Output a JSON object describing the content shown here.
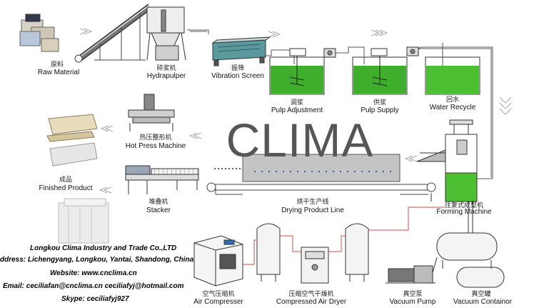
{
  "watermark": "CLIMA",
  "stations": {
    "raw_material": {
      "zh": "原料",
      "en": "Raw Material"
    },
    "hydrapulper": {
      "zh": "碎浆机",
      "en": "Hydrapulper"
    },
    "vibration_screen": {
      "zh": "振筛",
      "en": "Vibration Screen"
    },
    "pulp_adjustment": {
      "zh": "调浆",
      "en": "Pulp Adjustment"
    },
    "pulp_supply": {
      "zh": "供浆",
      "en": "Pulp Supply"
    },
    "water_recycle": {
      "zh": "回水",
      "en": "Water Recycle"
    },
    "hot_press": {
      "zh": "热压整形机",
      "en": "Hot Press Machine"
    },
    "finished_product": {
      "zh": "成品",
      "en": "Finished Product"
    },
    "stacker": {
      "zh": "堆叠机",
      "en": "Stacker"
    },
    "drying_line": {
      "zh": "烘干生产线",
      "en": "Drying Product Line"
    },
    "forming_machine": {
      "zh": "往复式成型机",
      "en": "Forming Machine"
    },
    "air_compressor": {
      "zh": "空气压缩机",
      "en": "Air Compresser"
    },
    "air_dryer": {
      "zh": "压缩空气干燥机",
      "en": "Compressed Air Dryer"
    },
    "vacuum_pump": {
      "zh": "真空泵",
      "en": "Vacuum Pump"
    },
    "vacuum_container": {
      "zh": "真空罐",
      "en": "Vacuum Containor"
    }
  },
  "company": {
    "name": "Longkou Clima Industry and Trade Co.,LTD",
    "address": "ddress:  Lichengyang, Longkou, Yantai, Shandong, China",
    "website": "Website: www.cnclima.cn",
    "email": "Email: ceciliafan@cnclima.cn  ceciliafyj@hotmail.com",
    "skype": "Skype: ceciliafyj927"
  },
  "colors": {
    "pulp_green": "#3fae2a",
    "water_green": "#4cbf32",
    "pipe_red": "#d84a4a",
    "outline": "#333333"
  }
}
